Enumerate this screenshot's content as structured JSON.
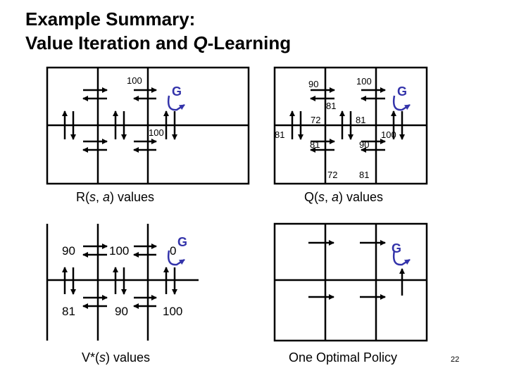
{
  "slide": {
    "title_line1": "Example Summary:",
    "title_line2_prefix": "Value Iteration and ",
    "title_line2_q": "Q",
    "title_line2_suffix": "-Learning",
    "page_number": "22"
  },
  "captions": {
    "r_prefix": "R(",
    "r_s": "s",
    "r_comma": ", ",
    "r_a": "a",
    "r_suffix": ") values",
    "q_prefix": "Q(",
    "q_s": "s",
    "q_comma": ", ",
    "q_a": "a",
    "q_suffix": ") values",
    "v_prefix": "V*(",
    "v_s": "s",
    "v_suffix": ") values",
    "policy": "One Optimal Policy"
  },
  "goal_label": "G",
  "colors": {
    "goal": "#3333aa",
    "line": "#000000"
  },
  "r_values": {
    "r1": "100",
    "r2": "100"
  },
  "q_values": {
    "q1": "90",
    "q2": "100",
    "q3": "81",
    "q4": "72",
    "q5": "81",
    "q6": "81",
    "q7": "81",
    "q8": "90",
    "q9": "100",
    "q10": "72",
    "q11": "81"
  },
  "v_values": {
    "v1": "90",
    "v2": "100",
    "v3": "0",
    "v4": "81",
    "v5": "90",
    "v6": "100"
  }
}
